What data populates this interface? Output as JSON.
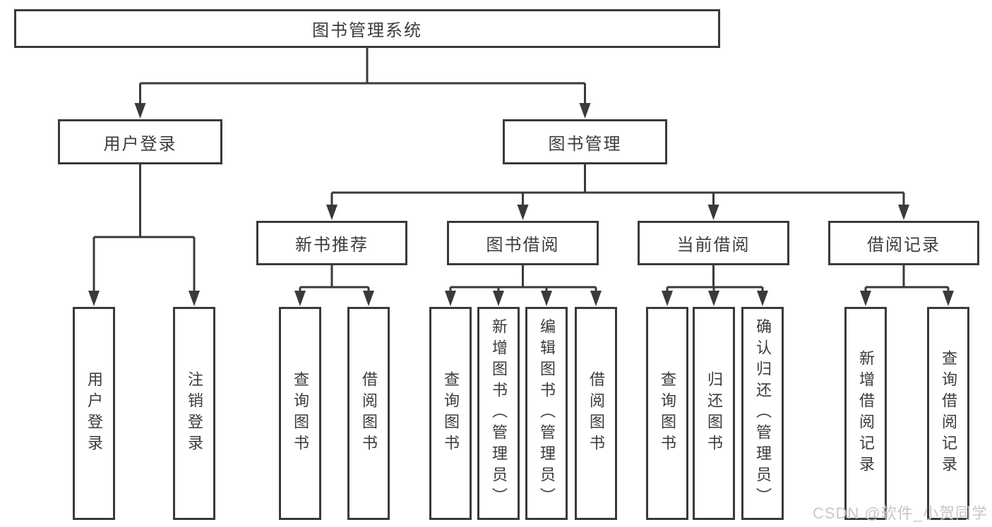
{
  "diagram": {
    "type": "tree",
    "title": "图书管理系统",
    "nodes": {
      "root": {
        "label": "图书管理系统"
      },
      "user_login": {
        "label": "用户登录"
      },
      "book_mgmt": {
        "label": "图书管理"
      },
      "new_book_rec": {
        "label": "新书推荐"
      },
      "book_borrow": {
        "label": "图书借阅"
      },
      "current_borrow": {
        "label": "当前借阅"
      },
      "borrow_record": {
        "label": "借阅记录"
      },
      "leaf_user_login": {
        "label": "用户登录"
      },
      "leaf_logout": {
        "label": "注销登录"
      },
      "leaf_query_book_1": {
        "label": "查询图书"
      },
      "leaf_borrow_book_1": {
        "label": "借阅图书"
      },
      "leaf_query_book_2": {
        "label": "查询图书"
      },
      "leaf_add_book": {
        "label": "新增图书（管理员）"
      },
      "leaf_edit_book": {
        "label": "编辑图书（管理员）"
      },
      "leaf_borrow_book_2": {
        "label": "借阅图书"
      },
      "leaf_query_book_3": {
        "label": "查询图书"
      },
      "leaf_return_book": {
        "label": "归还图书"
      },
      "leaf_confirm_return": {
        "label": "确认归还（管理员）"
      },
      "leaf_add_record": {
        "label": "新增借阅记录"
      },
      "leaf_query_record": {
        "label": "查询借阅记录"
      }
    },
    "edges": [
      {
        "parent": "root",
        "children": [
          "user_login",
          "book_mgmt"
        ]
      },
      {
        "parent": "user_login",
        "children": [
          "leaf_user_login",
          "leaf_logout"
        ]
      },
      {
        "parent": "book_mgmt",
        "children": [
          "new_book_rec",
          "book_borrow",
          "current_borrow",
          "borrow_record"
        ]
      },
      {
        "parent": "new_book_rec",
        "children": [
          "leaf_query_book_1",
          "leaf_borrow_book_1"
        ]
      },
      {
        "parent": "book_borrow",
        "children": [
          "leaf_query_book_2",
          "leaf_add_book",
          "leaf_edit_book",
          "leaf_borrow_book_2"
        ]
      },
      {
        "parent": "current_borrow",
        "children": [
          "leaf_query_book_3",
          "leaf_return_book",
          "leaf_confirm_return"
        ]
      },
      {
        "parent": "borrow_record",
        "children": [
          "leaf_add_record",
          "leaf_query_record"
        ]
      }
    ]
  },
  "watermark": {
    "text": "CSDN @软件_小贺同学"
  },
  "colors": {
    "line": "#3a3a3a",
    "node_border": "#3a3a3a",
    "node_fill": "#ffffff",
    "text": "#3b3b41",
    "watermark": "#c5c7c9",
    "background": "#ffffff"
  }
}
